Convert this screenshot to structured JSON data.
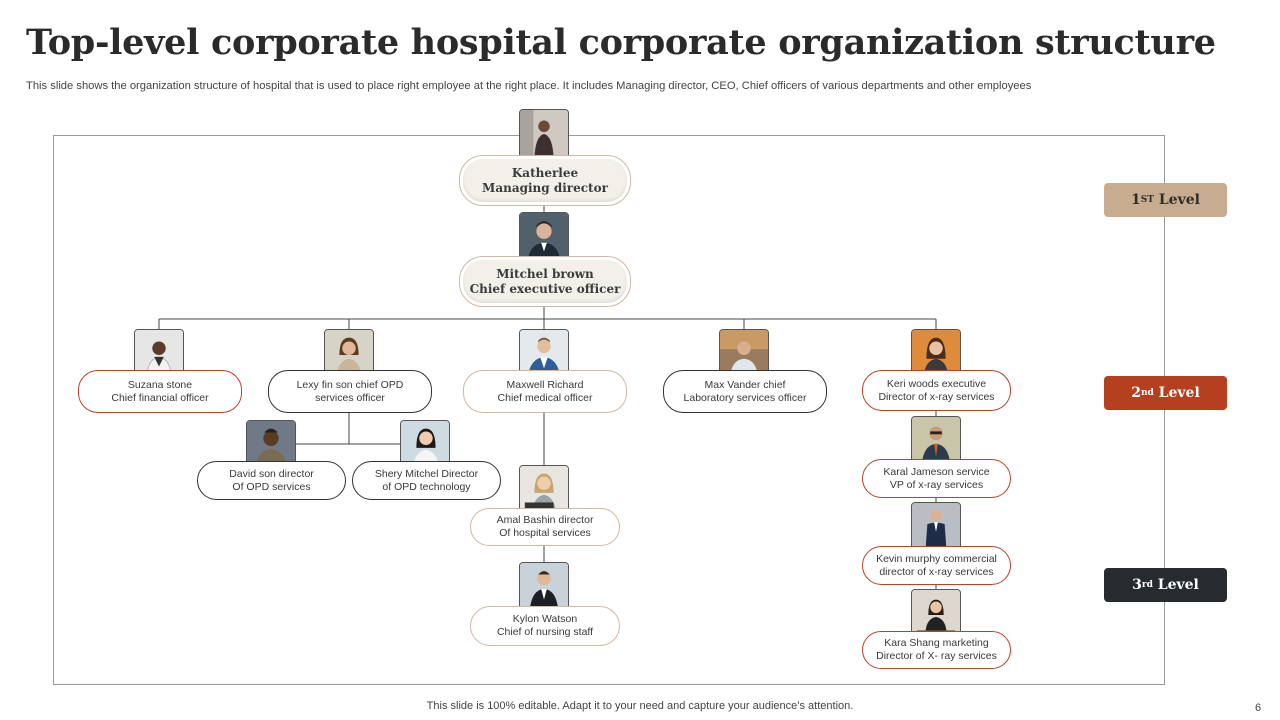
{
  "title": "Top-level corporate hospital corporate organization structure",
  "subtitle": "This slide shows the organization structure of hospital that is used to place right employee at the right place. It includes Managing director, CEO, Chief officers of various departments and other employees",
  "levels": {
    "l1": {
      "main": "1",
      "sup": "ST",
      "rest": " Level"
    },
    "l2": {
      "main": "2",
      "sup": "nd",
      "rest": " Level"
    },
    "l3": {
      "main": "3",
      "sup": "rd",
      "rest": " Level"
    }
  },
  "nodes": {
    "md": {
      "name": "Katherlee",
      "role": "Managing director"
    },
    "ceo": {
      "name": "Mitchel brown",
      "role": "Chief executive officer"
    },
    "cfo": {
      "name": "Suzana stone",
      "role": "Chief financial officer"
    },
    "opd": {
      "name": "Lexy fin son chief OPD",
      "role": "services officer"
    },
    "cmo": {
      "name": "Maxwell Richard",
      "role": "Chief medical officer"
    },
    "lab": {
      "name": "Max Vander chief",
      "role": "Laboratory services officer"
    },
    "xray": {
      "name": "Keri woods executive",
      "role": "Director of x-ray services"
    },
    "david": {
      "name": "David son director",
      "role": "Of OPD  services"
    },
    "shery": {
      "name": "Shery Mitchel Director",
      "role": "of OPD  technology"
    },
    "amal": {
      "name": "Amal Bashin director",
      "role": "Of hospital services"
    },
    "kylon": {
      "name": "Kylon Watson",
      "role": "Chief of nursing staff"
    },
    "karal": {
      "name": "Karal Jameson service",
      "role": "VP of x-ray services"
    },
    "kevin": {
      "name": "Kevin murphy commercial",
      "role": "director of x-ray services"
    },
    "kara": {
      "name": "Kara Shang marketing",
      "role": "Director of X- ray services"
    }
  },
  "footer": "This slide is 100% editable. Adapt it to your need and capture your audience’s attention.",
  "page_number": "6",
  "colors": {
    "tan": "#c8ac8f",
    "red": "#b5401f",
    "dark": "#262b30"
  }
}
